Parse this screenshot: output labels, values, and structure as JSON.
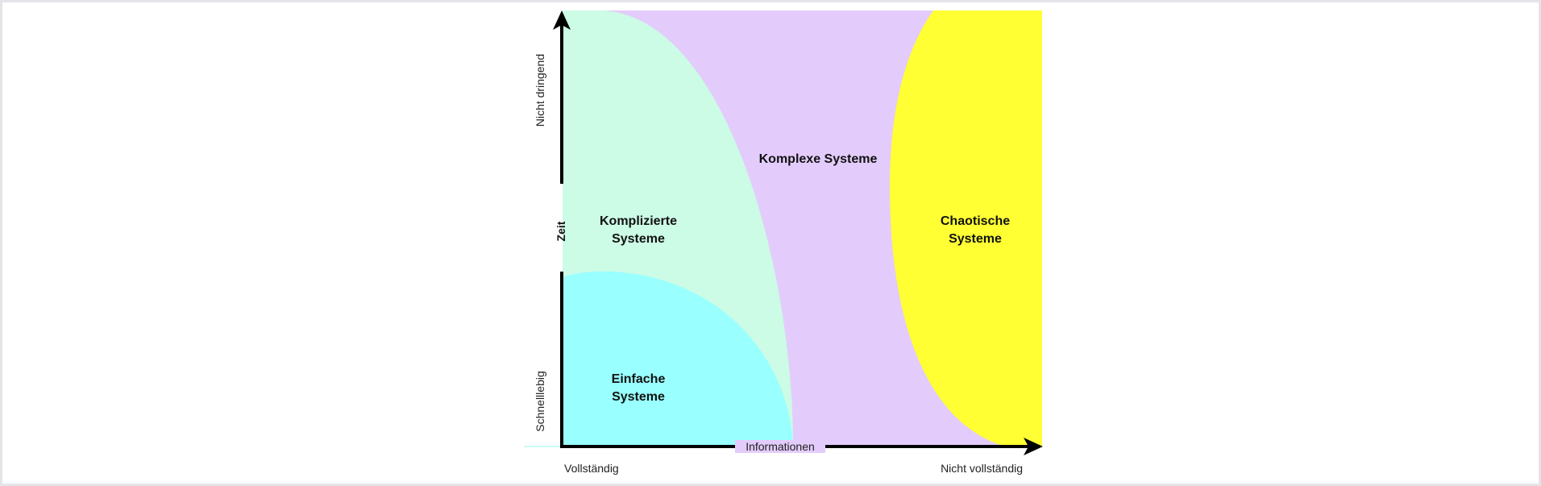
{
  "colors": {
    "complex": "#e3ccfb",
    "complicated": "#ccfbe6",
    "simple": "#99ffff",
    "chaotic": "#ffff33",
    "axis": "#000000"
  },
  "regions": {
    "complex": "Komplexe Systeme",
    "complicated": [
      "Komplizierte",
      "Systeme"
    ],
    "simple": [
      "Einfache",
      "Systeme"
    ],
    "chaotic": [
      "Chaotische",
      "Systeme"
    ]
  },
  "x_axis": {
    "title": "Informationen",
    "left": "Vollständig",
    "right": "Nicht vollständig"
  },
  "y_axis": {
    "title": "Zeit",
    "top": "Nicht dringend",
    "bottom": "Schnelllebig"
  }
}
